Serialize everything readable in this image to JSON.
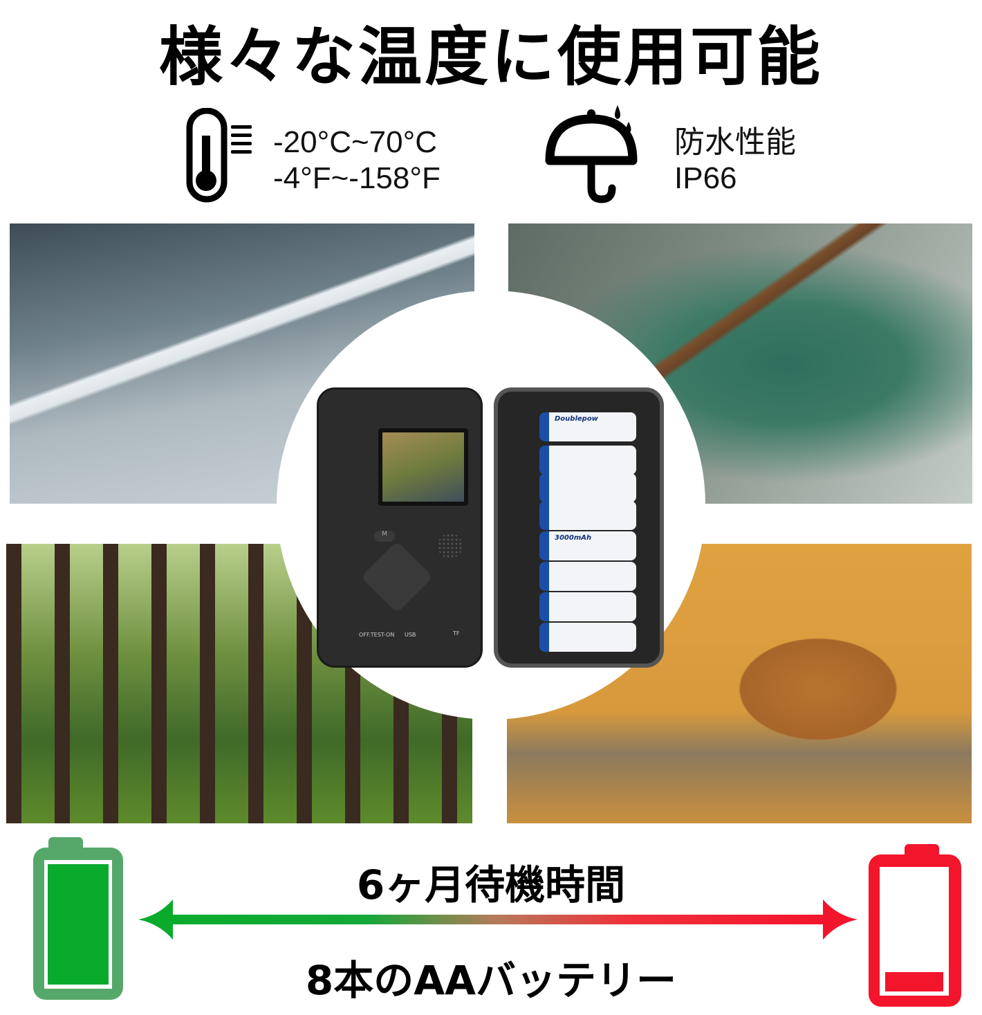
{
  "title": "様々な温度に使用可能",
  "temperature": {
    "icon": "thermometer-icon",
    "celsius": "-20°C~70°C",
    "fahrenheit": "-4°F~-158°F"
  },
  "waterproof": {
    "icon": "umbrella-rain-icon",
    "label": "防水性能",
    "rating": "IP66"
  },
  "camera": {
    "mode_button": "M",
    "ports": "OFF.TEST-ON",
    "usb": "USB",
    "tf": "TF",
    "battery_brand": "Doublepow",
    "battery_capacity": "3000mAh"
  },
  "standby": {
    "label": "6ヶ月待機時間",
    "full_color": "#0aab2c",
    "low_color": "#f3152c"
  },
  "batteries": {
    "label": "8本のAAバッテリー",
    "full_level": 1.0,
    "low_level": 0.18
  }
}
